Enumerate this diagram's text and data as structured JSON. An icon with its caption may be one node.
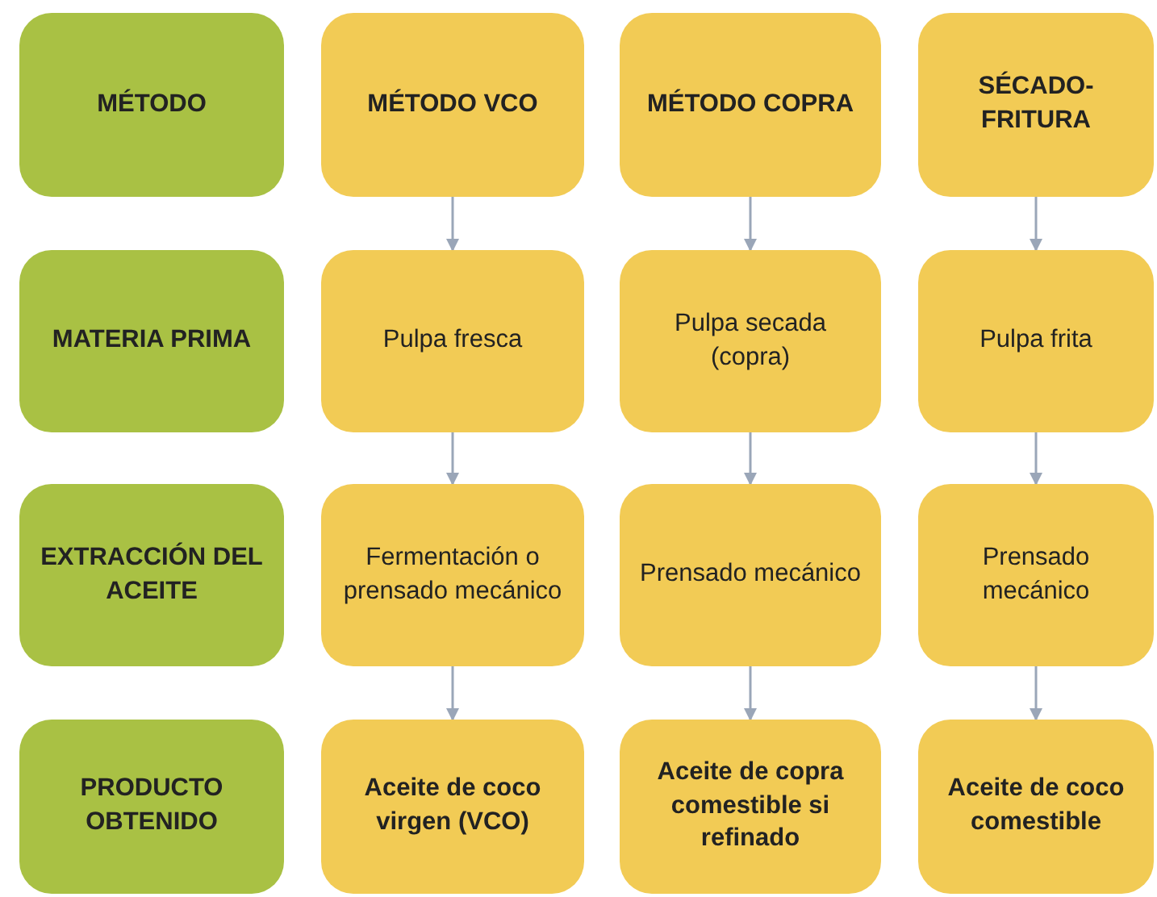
{
  "diagram": {
    "nodes": [
      {
        "text": [
          "MÉTODO"
        ]
      },
      {
        "text": [
          "MÉTODO VCO"
        ]
      },
      {
        "text": [
          "MÉTODO COPRA"
        ]
      },
      {
        "text": [
          "SÉCADO-FRITURA"
        ]
      },
      {
        "text": [
          "MATERIA PRIMA"
        ]
      },
      {
        "text": [
          "Pulpa fresca"
        ]
      },
      {
        "text": [
          "Pulpa secada (copra)"
        ]
      },
      {
        "text": [
          "Pulpa frita"
        ]
      },
      {
        "text": [
          "EXTRACCIÓN DEL ACEITE"
        ]
      },
      {
        "text": [
          "Fermentación o prensado mecánico"
        ]
      },
      {
        "text": [
          "Prensado mecánico"
        ]
      },
      {
        "text": [
          "Prensado mecánico"
        ]
      },
      {
        "text": [
          "PRODUCTO OBTENIDO"
        ]
      },
      {
        "text": [
          "Aceite de coco virgen (VCO)"
        ]
      },
      {
        "text": [
          "Aceite de copra comestible si refinado"
        ]
      },
      {
        "text": [
          "Aceite de coco comestible"
        ]
      }
    ],
    "edges": [
      {
        "from": 1,
        "to": 5,
        "arrow": "to"
      },
      {
        "from": 5,
        "to": 9,
        "arrow": "to"
      },
      {
        "from": 9,
        "to": 13,
        "arrow": "to"
      },
      {
        "from": 2,
        "to": 6,
        "arrow": "to"
      },
      {
        "from": 6,
        "to": 10,
        "arrow": "to"
      },
      {
        "from": 10,
        "to": 14,
        "arrow": "to"
      },
      {
        "from": 3,
        "to": 7,
        "arrow": "to"
      },
      {
        "from": 7,
        "to": 11,
        "arrow": "to"
      },
      {
        "from": 11,
        "to": 15,
        "arrow": "to"
      }
    ]
  }
}
